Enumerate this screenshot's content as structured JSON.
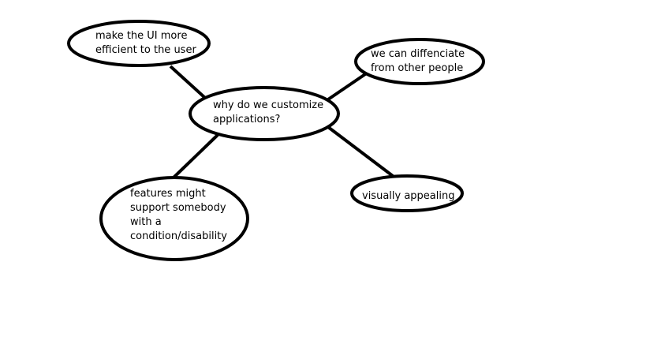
{
  "diagram": {
    "type": "mind-map",
    "colors": {
      "background": "#ffffff",
      "stroke": "#000000",
      "text": "#000000"
    },
    "center": {
      "id": "center",
      "text": "why do we customize\napplications?"
    },
    "branches": [
      {
        "id": "efficient",
        "text": "make the UI more\nefficient to the user"
      },
      {
        "id": "differentiate",
        "text": "we can diffenciate\nfrom other people"
      },
      {
        "id": "disability",
        "text": "features might\nsupport somebody\nwith a\ncondition/disability"
      },
      {
        "id": "appealing",
        "text": "visually appealing"
      }
    ]
  }
}
